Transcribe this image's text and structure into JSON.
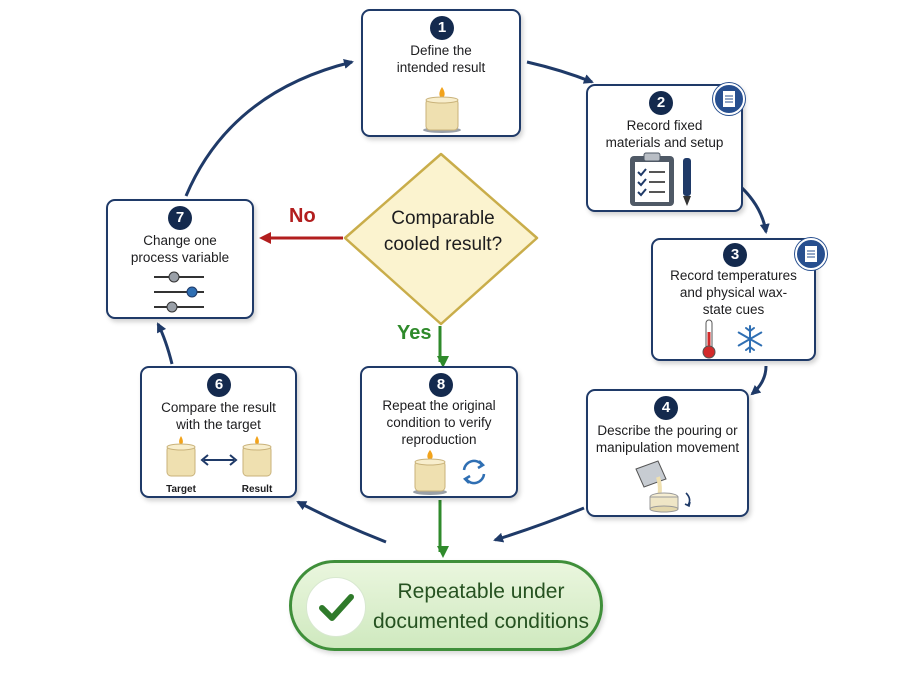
{
  "steps": [
    {
      "number": "1",
      "label": "Define the\nintended result"
    },
    {
      "number": "2",
      "label": "Record fixed\nmaterials and setup"
    },
    {
      "number": "3",
      "label": "Record temperatures\nand physical wax-\nstate cues"
    },
    {
      "number": "4",
      "label": "Describe the pouring or\nmanipulation movement"
    },
    {
      "number": "6",
      "label": "Compare the result\nwith the target"
    },
    {
      "number": "7",
      "label": "Change one\nprocess variable"
    },
    {
      "number": "8",
      "label": "Repeat the original\ncondition to verify\nreproduction"
    }
  ],
  "decision": {
    "question": "Comparable\ncooled result?",
    "no_label": "No",
    "yes_label": "Yes"
  },
  "compare": {
    "target_caption": "Target",
    "result_caption": "Result"
  },
  "outcome": {
    "label": "Repeatable under\ndocumented conditions"
  },
  "colors": {
    "navy": "#1f3a68",
    "no_red": "#b21e1e",
    "yes_green": "#2f8a2b",
    "candle": "#efe0b0"
  },
  "icons": [
    "candle-icon",
    "document-icon",
    "clipboard-icon",
    "pen-icon",
    "thermometer-icon",
    "snowflake-icon",
    "pouring-pitcher-icon",
    "double-arrow-icon",
    "sliders-icon",
    "refresh-icon",
    "checkmark-icon"
  ]
}
